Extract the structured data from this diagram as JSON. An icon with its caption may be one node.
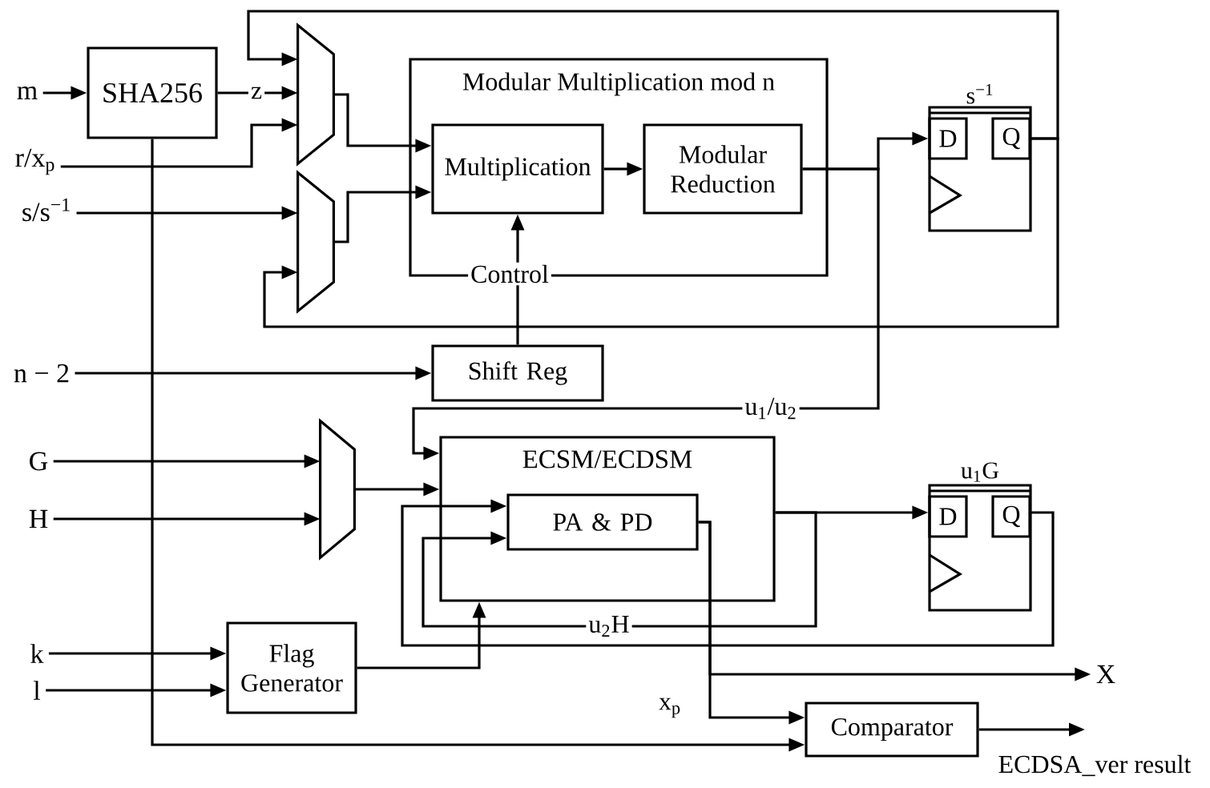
{
  "diagram": {
    "nodes": [
      {
        "text": [
          "m"
        ]
      },
      {
        "text": [
          "SHA256"
        ]
      },
      {
        "text": [
          "r/x$_{p}$"
        ]
      },
      {
        "text": [
          "s/s$^{−1}$"
        ]
      },
      {
        "text": [],
        "shape": "trapezoid"
      },
      {
        "text": [],
        "shape": "trapezoid"
      },
      {
        "text": [
          "Modular Multiplication mod n"
        ]
      },
      {
        "text": [
          "Multiplication"
        ],
        "in": 6
      },
      {
        "text": [
          "Modular Reduction"
        ],
        "in": 6
      },
      {
        "text": [
          "n − 2"
        ]
      },
      {
        "text": [
          "Shift Reg"
        ]
      },
      {
        "text": [
          "s$^{−1}$"
        ]
      },
      {
        "text": [
          "D"
        ],
        "in": 11
      },
      {
        "text": [
          "Q"
        ],
        "in": 11
      },
      {
        "text": [
          "G"
        ]
      },
      {
        "text": [
          "H"
        ]
      },
      {
        "text": [],
        "shape": "trapezoid"
      },
      {
        "text": [
          "ECSM/ECDSM"
        ]
      },
      {
        "text": [
          "PA & PD"
        ],
        "in": 17
      },
      {
        "text": [
          "u$_{1}$G"
        ]
      },
      {
        "text": [
          "D"
        ],
        "in": 19
      },
      {
        "text": [
          "Q"
        ],
        "in": 19
      },
      {
        "text": [
          "k"
        ]
      },
      {
        "text": [
          "l"
        ]
      },
      {
        "text": [
          "Flag Generator"
        ]
      },
      {
        "text": [
          "X"
        ]
      },
      {
        "text": [
          "Comparator"
        ]
      }
    ],
    "edges": [
      {
        "from": 0,
        "to": 1,
        "arrow": "to"
      },
      {
        "from": 1,
        "to": 4,
        "arrow": "to",
        "label": "z"
      },
      {
        "from": 2,
        "to": 4,
        "arrow": "to"
      },
      {
        "from": 3,
        "to": 5,
        "arrow": "to"
      },
      {
        "from": 13,
        "to": 4,
        "arrow": "to"
      },
      {
        "from": 13,
        "to": 5,
        "arrow": "to"
      },
      {
        "from": 4,
        "to": 7,
        "arrow": "to"
      },
      {
        "from": 5,
        "to": 7,
        "arrow": "to"
      },
      {
        "from": 7,
        "to": 8,
        "arrow": "to"
      },
      {
        "from": 10,
        "to": 7,
        "arrow": "to",
        "label": "Control"
      },
      {
        "from": 9,
        "to": 10,
        "arrow": "to"
      },
      {
        "from": 8,
        "to": 12,
        "arrow": "to"
      },
      {
        "from": 8,
        "to": 17,
        "arrow": "to",
        "label": "u$_{1}$/u$_{2}$"
      },
      {
        "from": 14,
        "to": 16,
        "arrow": "to"
      },
      {
        "from": 15,
        "to": 16,
        "arrow": "to"
      },
      {
        "from": 16,
        "to": 17,
        "arrow": "to"
      },
      {
        "from": 22,
        "to": 24,
        "arrow": "to"
      },
      {
        "from": 23,
        "to": 24,
        "arrow": "to"
      },
      {
        "from": 24,
        "to": 17,
        "arrow": "to"
      },
      {
        "from": 17,
        "to": 20,
        "arrow": "to"
      },
      {
        "from": 17,
        "to": 18,
        "arrow": "to",
        "label": "u$_{2}$H"
      },
      {
        "from": 21,
        "to": 18,
        "arrow": "to"
      },
      {
        "from": 18,
        "to": 25,
        "arrow": "to"
      },
      {
        "from": 18,
        "to": 26,
        "arrow": "to",
        "label": "x$_{p}$"
      },
      {
        "from": 1,
        "to": 26,
        "arrow": "to"
      },
      {
        "from": 26,
        "to": null,
        "arrow": "to",
        "label": "ECDSA_ver result"
      }
    ]
  }
}
